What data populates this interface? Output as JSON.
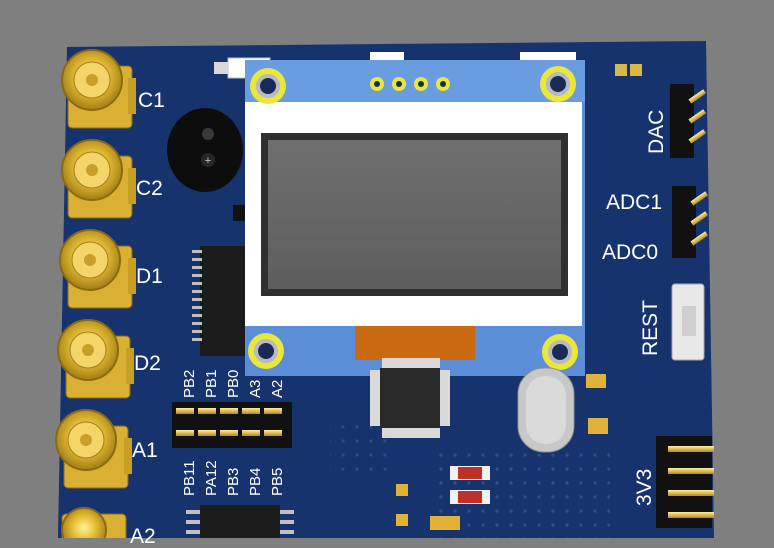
{
  "board": {
    "pcb_color": "#17336e",
    "background_color": "#7f7f7f",
    "connector_labels": [
      "C1",
      "C2",
      "D1",
      "D2",
      "A1",
      "A2"
    ],
    "right_labels": {
      "dac": "DAC",
      "adc1": "ADC1",
      "adc0": "ADC0",
      "reset": "REST",
      "power": "3V3"
    },
    "header_top_labels": [
      "PB2",
      "PB1",
      "PB0",
      "A3",
      "A2"
    ],
    "header_bottom_labels": [
      "PB11",
      "PA12",
      "PB3",
      "PB4",
      "PB5"
    ],
    "icons": [
      "sma-connector-icon",
      "buzzer-icon",
      "oled-display-icon",
      "mcu-chip-icon",
      "crystal-icon",
      "pin-header-icon",
      "tactile-switch-icon"
    ]
  }
}
